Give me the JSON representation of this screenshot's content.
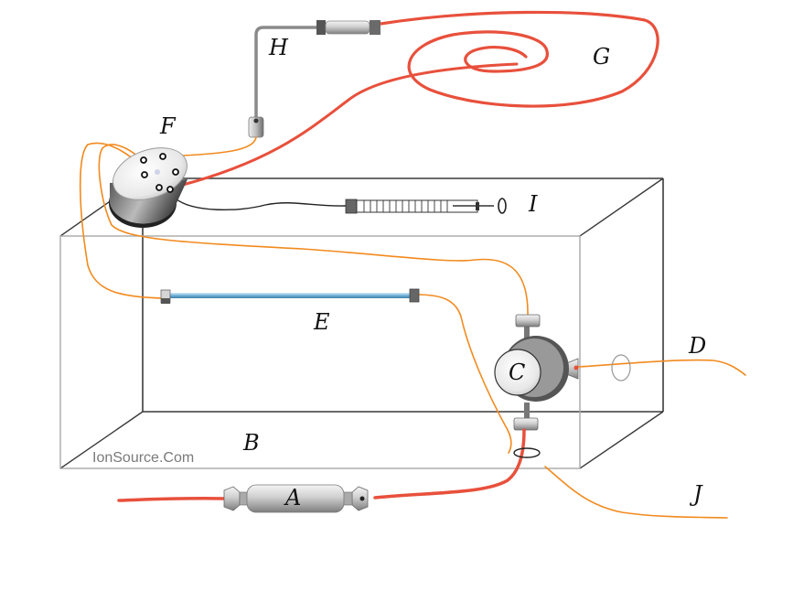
{
  "watermark": "IonSource.Com",
  "labels": {
    "A": "A",
    "B": "B",
    "C": "C",
    "D": "D",
    "E": "E",
    "F": "F",
    "G": "G",
    "H": "H",
    "I": "I",
    "J": "J"
  },
  "colors": {
    "tubing_orange": "#f28a1e",
    "tubing_red": "#e8503c",
    "box_line": "#3a3a3a",
    "box_front": "#a8a8a8",
    "column_blue": "#6fb0d8"
  }
}
